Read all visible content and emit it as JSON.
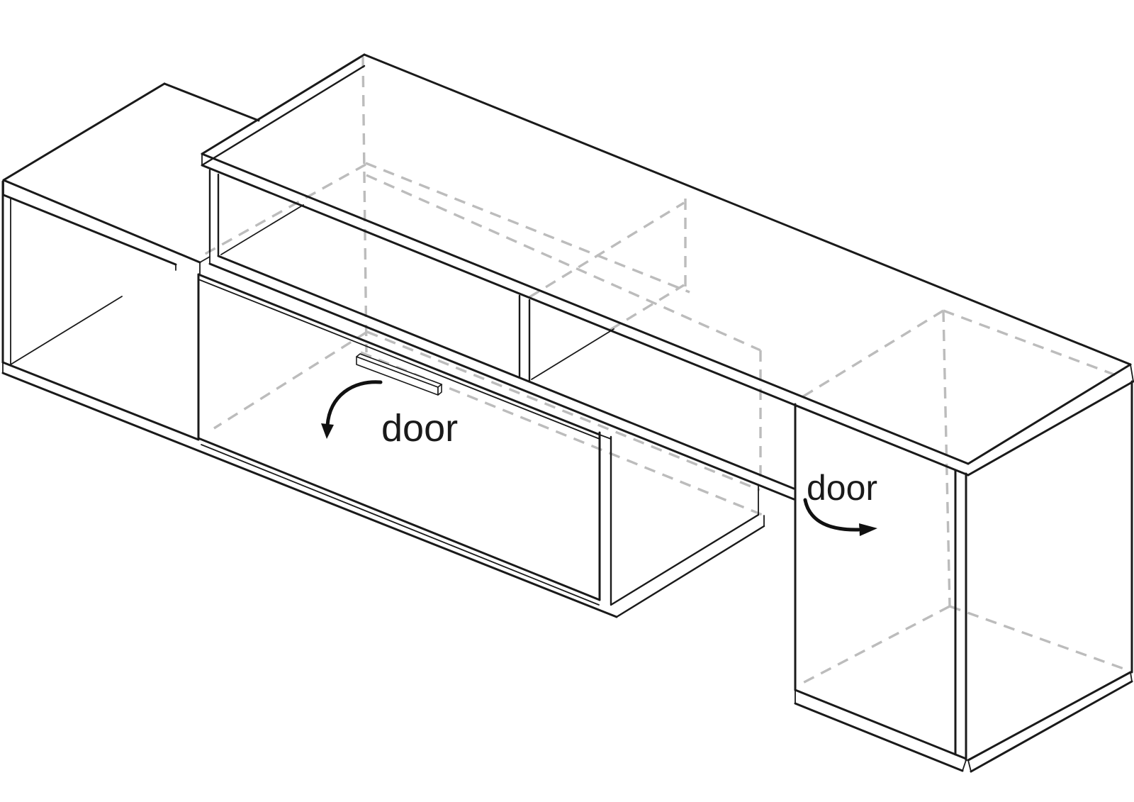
{
  "diagram": {
    "kind": "isometric furniture assembly line drawing",
    "subject": "TV stand / sideboard with flap door and side cabinet door",
    "background_color": "#ffffff",
    "solid_line_color": "#1a1a1a",
    "hidden_line_color": "#bcbcbc",
    "arrow_color": "#111111",
    "annotations": {
      "flap_door": {
        "text": "door",
        "arrow": "curved-arrow-down",
        "meaning": "flap door opens downward"
      },
      "cabinet_door": {
        "text": "door",
        "arrow": "curved-arrow-right",
        "meaning": "cabinet door swings sideways"
      }
    },
    "parts": [
      "long top shelf",
      "left open box",
      "lower long shelf with divider posts",
      "large drop-down flap door with handle bar",
      "right cabinet with hinged door and plinth"
    ]
  }
}
